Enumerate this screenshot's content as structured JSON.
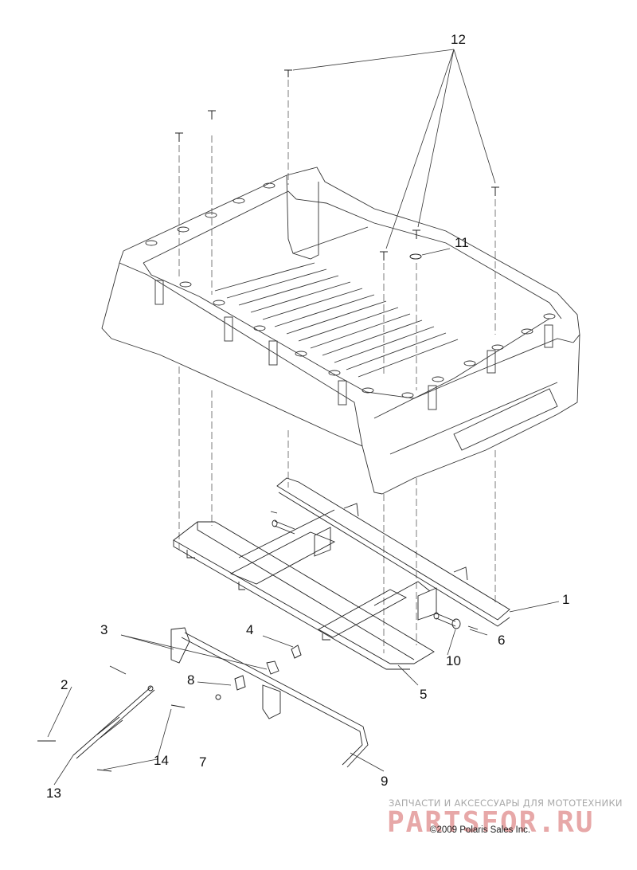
{
  "callouts": [
    {
      "id": "1",
      "text": "1"
    },
    {
      "id": "2",
      "text": "2"
    },
    {
      "id": "3",
      "text": "3"
    },
    {
      "id": "4",
      "text": "4"
    },
    {
      "id": "5",
      "text": "5"
    },
    {
      "id": "6",
      "text": "6"
    },
    {
      "id": "7",
      "text": "7"
    },
    {
      "id": "8",
      "text": "8"
    },
    {
      "id": "9",
      "text": "9"
    },
    {
      "id": "10",
      "text": "10"
    },
    {
      "id": "11",
      "text": "11"
    },
    {
      "id": "12",
      "text": "12"
    },
    {
      "id": "13",
      "text": "13"
    },
    {
      "id": "14",
      "text": "14"
    }
  ],
  "watermark": {
    "tagline": "ЗАПЧАСТИ И АКСЕССУАРЫ ДЛЯ МОТОТЕХНИКИ",
    "brand": "PARTSFOR.RU"
  },
  "copyright": "©2009 Polaris Sales Inc."
}
